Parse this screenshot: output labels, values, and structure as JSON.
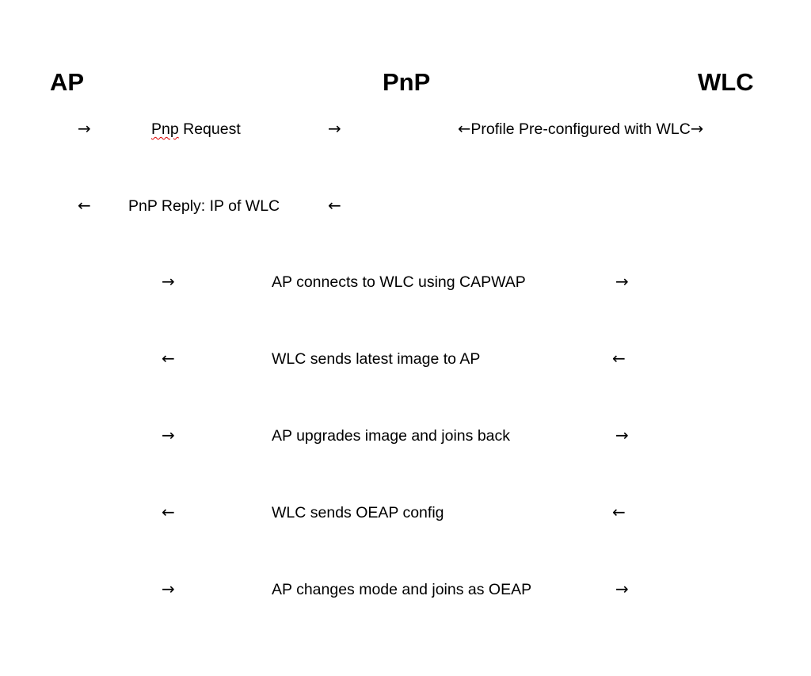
{
  "headers": {
    "ap": "AP",
    "pnp": "PnP",
    "wlc": "WLC"
  },
  "rows": [
    {
      "label_misspelled": "Pnp",
      "label_rest": " Request",
      "direction": "right"
    },
    {
      "label": "PnP Reply: IP of WLC",
      "direction": "left"
    },
    {
      "label": "AP connects to WLC using CAPWAP",
      "direction": "right"
    },
    {
      "label": "WLC sends latest image to AP",
      "direction": "left"
    },
    {
      "label": "AP upgrades image and joins back",
      "direction": "right"
    },
    {
      "label": "WLC sends OEAP config",
      "direction": "left"
    },
    {
      "label": "AP changes mode and joins as OEAP",
      "direction": "right"
    }
  ],
  "profile": {
    "label": "Profile Pre-configured with WLC"
  },
  "arrows": {
    "right": "→",
    "left": "←"
  }
}
